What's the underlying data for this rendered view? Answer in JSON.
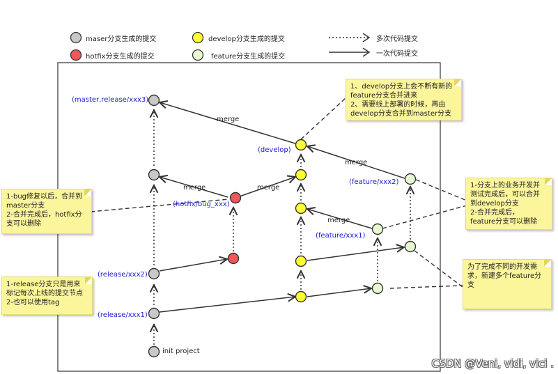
{
  "legend": {
    "master": "maser分支生成的提交",
    "hotfix": "hotfix分支生成的提交",
    "develop": "develop分支生成的提交",
    "feature": "feature分支生成的提交",
    "multi": "多次代码提交",
    "single": "一次代码提交"
  },
  "colors": {
    "master": "#c8c8c8",
    "hotfix": "#f0575a",
    "develop": "#ffff33",
    "feature": "#e8f8d0",
    "note_bg": "#fbf59c"
  },
  "labels": {
    "master_release": "(master,release/xxx3)",
    "develop": "(develop)",
    "hotfix": "(hotfix/bug_xxx)",
    "feature2": "(feature/xxx2)",
    "feature1": "(feature/xxx1)",
    "release2": "(release/xxx2)",
    "release1": "(release/xxx1)",
    "init": "init project",
    "merge": "merge"
  },
  "notes": {
    "develop_note": [
      "1、develop分支上会不断有新的",
      "feature分支合并进来",
      "2、需要线上部署的时候，再由",
      "develop分支合并到master分支"
    ],
    "hotfix_note": [
      "1-bug修复以后，合并到",
      "master分支",
      "2-合并完成后，hotfix分",
      "支可以删除"
    ],
    "release_note": [
      "1-release分支只是用来",
      "标记每次上线的提交节点",
      "2-也可以使用tag"
    ],
    "feature_merge_note": [
      "1-分支上的业务开发并",
      "测试完成后，可以合并",
      "到develop分支",
      "2-合并完成后，",
      "feature分支可以删除"
    ],
    "feature_create_note": [
      "为了完成不同的开发需",
      "求，新建多个feature分",
      "支"
    ]
  },
  "watermark": "CSDN @Veni, vidi, vici ."
}
